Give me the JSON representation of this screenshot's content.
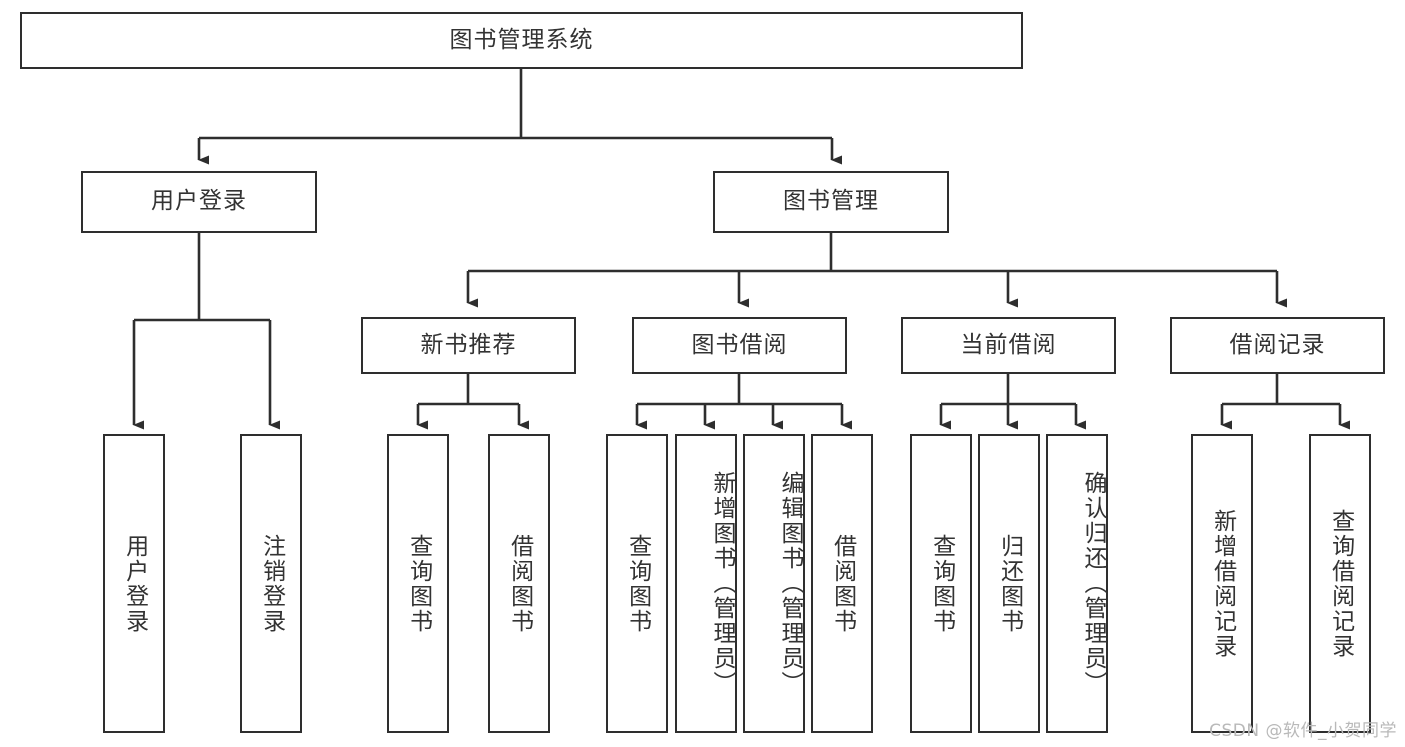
{
  "diagram": {
    "type": "tree-hierarchy",
    "title": "图书管理系统",
    "watermark": "CSDN @软件_小贺同学",
    "colors": {
      "box_border": "#2e2e2e",
      "box_fill": "#ffffff",
      "text": "#333333",
      "edge": "#2e2e2e",
      "watermark": "#b9b9b9",
      "background": "#ffffff"
    },
    "levels": {
      "root": {
        "label": "图书管理系统"
      },
      "level2": [
        {
          "id": "user-login",
          "label": "用户登录"
        },
        {
          "id": "book-manage",
          "label": "图书管理"
        }
      ],
      "level3": [
        {
          "id": "new-book-rec",
          "label": "新书推荐",
          "parent": "book-manage"
        },
        {
          "id": "book-borrow",
          "label": "图书借阅",
          "parent": "book-manage"
        },
        {
          "id": "current-borrow",
          "label": "当前借阅",
          "parent": "book-manage"
        },
        {
          "id": "borrow-record",
          "label": "借阅记录",
          "parent": "book-manage"
        }
      ],
      "leaves": [
        {
          "id": "leaf-user-login",
          "label": "用户登录",
          "parent": "user-login"
        },
        {
          "id": "leaf-logout",
          "label": "注销登录",
          "parent": "user-login"
        },
        {
          "id": "leaf-query-book-1",
          "label": "查询图书",
          "parent": "new-book-rec"
        },
        {
          "id": "leaf-borrow-book-1",
          "label": "借阅图书",
          "parent": "new-book-rec"
        },
        {
          "id": "leaf-query-book-2",
          "label": "查询图书",
          "parent": "book-borrow"
        },
        {
          "id": "leaf-add-book",
          "label": "新增图书（管理员）",
          "parent": "book-borrow"
        },
        {
          "id": "leaf-edit-book",
          "label": "编辑图书（管理员）",
          "parent": "book-borrow"
        },
        {
          "id": "leaf-borrow-book-2",
          "label": "借阅图书",
          "parent": "book-borrow"
        },
        {
          "id": "leaf-query-book-3",
          "label": "查询图书",
          "parent": "current-borrow"
        },
        {
          "id": "leaf-return-book",
          "label": "归还图书",
          "parent": "current-borrow"
        },
        {
          "id": "leaf-confirm-return",
          "label": "确认归还（管理员）",
          "parent": "current-borrow"
        },
        {
          "id": "leaf-add-record",
          "label": "新增借阅记录",
          "parent": "borrow-record"
        },
        {
          "id": "leaf-query-record",
          "label": "查询借阅记录",
          "parent": "borrow-record"
        }
      ]
    }
  }
}
